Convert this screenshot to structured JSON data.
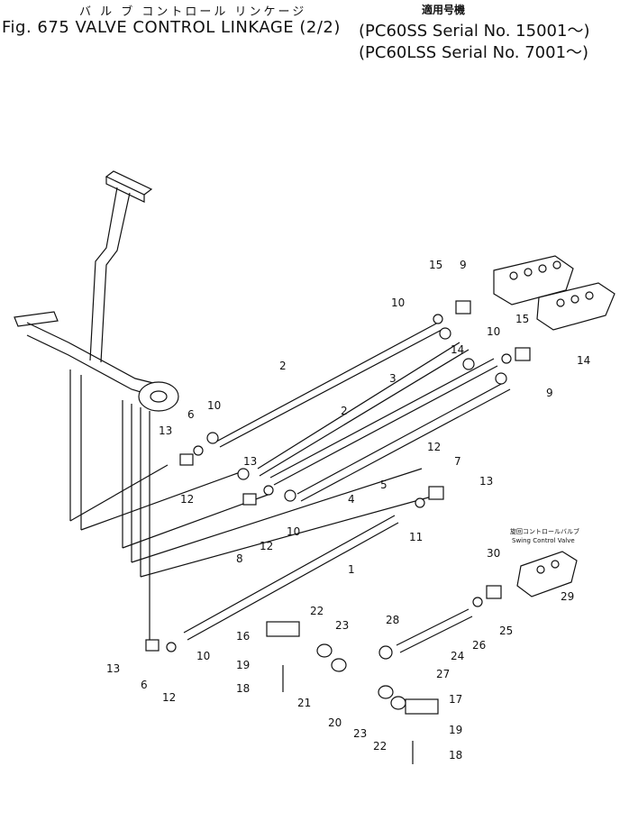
{
  "header": {
    "japanese_title": "バ ル ブ  コントロール リンケージ",
    "title": "Fig. 675 VALVE CONTROL LINKAGE (2/2)",
    "model_note": "適用号機",
    "model_line_1": "(PC60SS   Serial No. 15001～)",
    "model_line_2": "(PC60LSS Serial No. 7001～)"
  },
  "diagram": {
    "swing_valve_label_jp": "旋回コントロールバルブ",
    "swing_valve_label_en": "Swing Control Valve",
    "callouts": [
      "15",
      "9",
      "10",
      "15",
      "10",
      "14",
      "14",
      "2",
      "3",
      "2",
      "9",
      "6",
      "10",
      "13",
      "12",
      "13",
      "7",
      "13",
      "5",
      "4",
      "12",
      "10",
      "12",
      "11",
      "8",
      "1",
      "30",
      "22",
      "16",
      "23",
      "28",
      "29",
      "19",
      "25",
      "26",
      "24",
      "27",
      "18",
      "21",
      "17",
      "20",
      "23",
      "19",
      "22",
      "18",
      "13",
      "10",
      "6",
      "12"
    ]
  }
}
